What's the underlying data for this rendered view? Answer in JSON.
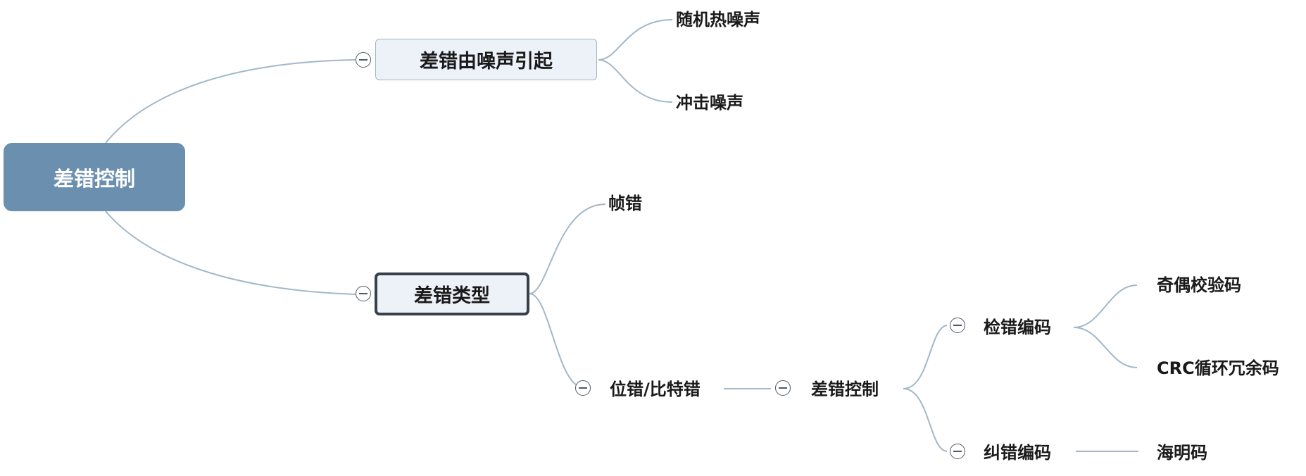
{
  "mindmap": {
    "root": "差错控制",
    "cause": {
      "label": "差错由噪声引起",
      "children": [
        "随机热噪声",
        "冲击噪声"
      ]
    },
    "types": {
      "label": "差错类型",
      "frame_error": "帧错",
      "bit_error": {
        "label": "位错/比特错",
        "control": {
          "label": "差错控制",
          "detection": {
            "label": "检错编码",
            "children": [
              "奇偶校验码",
              "CRC循环冗余码"
            ]
          },
          "correction": {
            "label": "纠错编码",
            "children": [
              "海明码"
            ]
          }
        }
      }
    }
  },
  "colors": {
    "root_fill": "#6b8fae",
    "connector": "#a3b7c8",
    "box_fill": "#edf2f8",
    "selected_border": "#37404b"
  },
  "icons": {
    "toggle": "collapse-minus-icon"
  }
}
